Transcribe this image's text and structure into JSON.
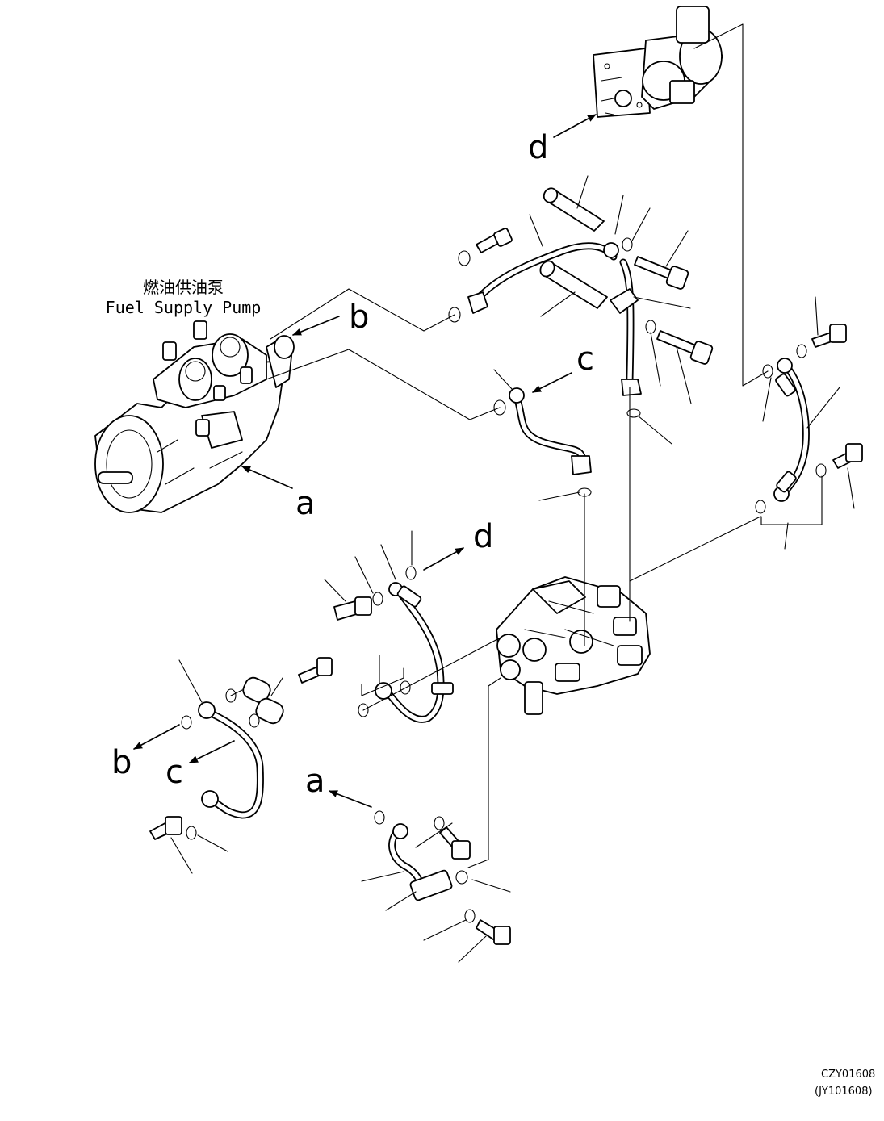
{
  "labels": {
    "pump_name_cn": "燃油供油泵",
    "pump_name_en": "Fuel Supply Pump",
    "ref_a_top": "a",
    "ref_b_top": "b",
    "ref_c_top": "c",
    "ref_d_top": "d",
    "ref_d_mid": "d",
    "ref_b_left": "b",
    "ref_c_left": "c",
    "ref_a_bottom": "a"
  },
  "drawing_codes": {
    "primary": "CZY01608",
    "secondary": "(JY101608)"
  },
  "colors": {
    "ink": "#000000",
    "paper": "#ffffff"
  }
}
